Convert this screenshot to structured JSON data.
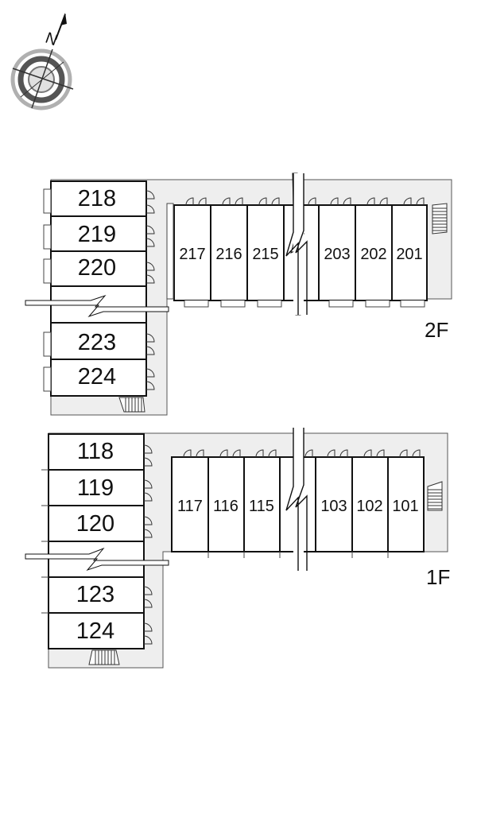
{
  "compass": {
    "north_label": "N"
  },
  "floors": [
    {
      "label": "2F",
      "left_units": [
        "218",
        "219",
        "220",
        "223",
        "224"
      ],
      "right_units": [
        "217",
        "216",
        "215",
        "203",
        "202",
        "201"
      ]
    },
    {
      "label": "1F",
      "left_units": [
        "118",
        "119",
        "120",
        "123",
        "124"
      ],
      "right_units": [
        "117",
        "116",
        "115",
        "103",
        "102",
        "101"
      ]
    }
  ],
  "colors": {
    "corridor": "#eeeeee",
    "line": "#111111",
    "compass_ring": "#aaaaaa",
    "compass_dark": "#555555"
  }
}
